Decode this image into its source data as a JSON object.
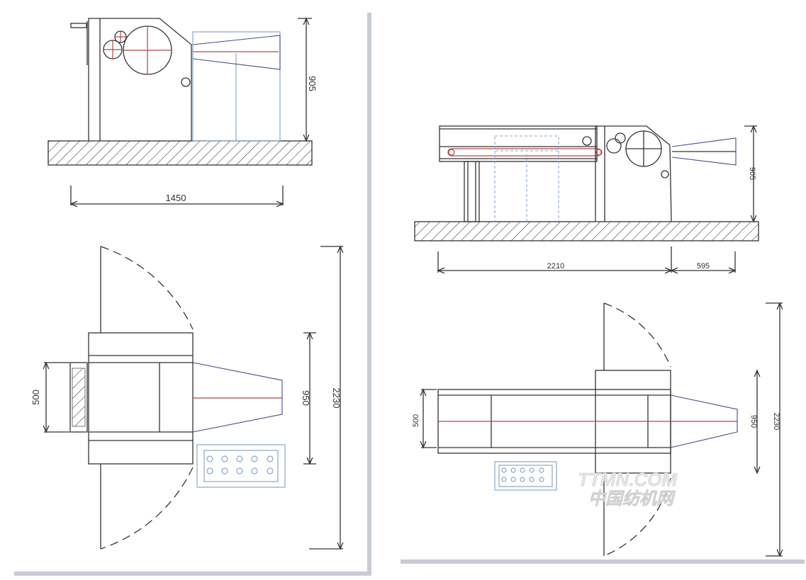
{
  "left_sheet": {
    "side_view": {
      "height_dim": "905",
      "length_dim": "1450"
    },
    "plan_view": {
      "feeder_width_dim": "500",
      "body_width_dim": "950",
      "total_width_dim": "2230"
    }
  },
  "right_sheet": {
    "side_view": {
      "height_dim": "905",
      "length_dim": "2210",
      "outlet_dim": "595"
    },
    "plan_view": {
      "feeder_width_dim": "500",
      "body_width_dim": "950",
      "total_width_dim": "2230"
    }
  },
  "watermark": {
    "line1": "TTMN.COM",
    "line2": "中国纺机网"
  },
  "colors": {
    "line": "#333333",
    "blue": "#8aa6c8",
    "red": "#b04848",
    "hatch": "#333333"
  }
}
